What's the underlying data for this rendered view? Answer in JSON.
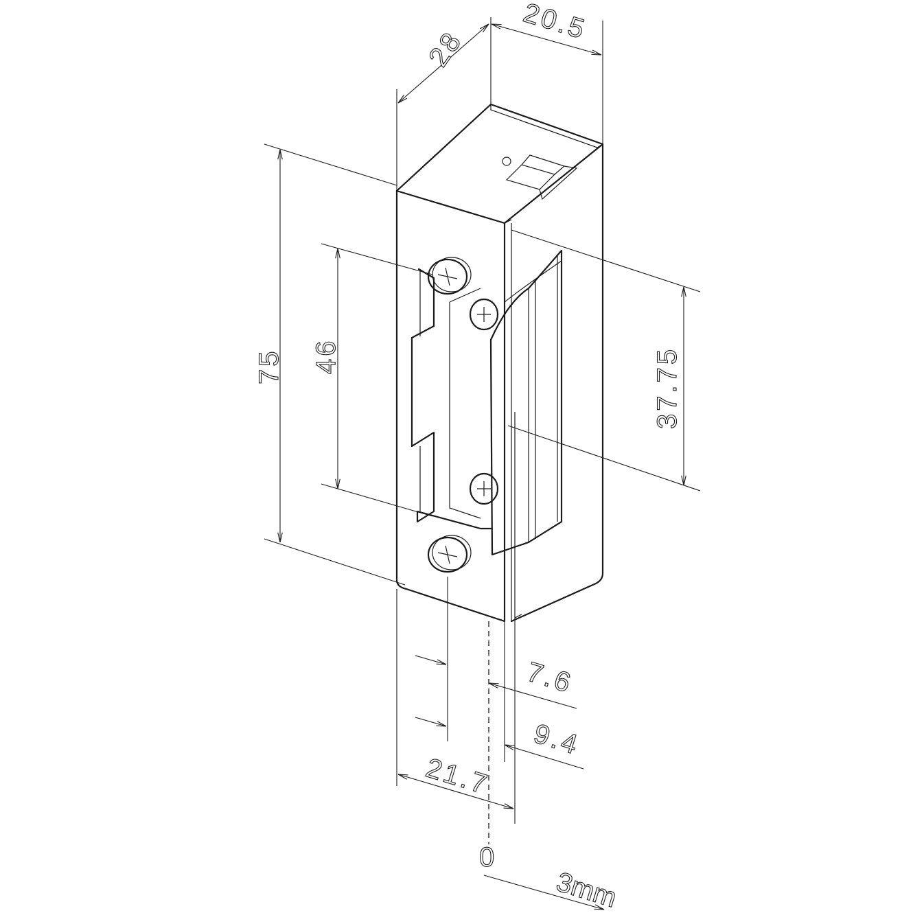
{
  "drawing": {
    "title": "Electric door strike dimensional drawing",
    "dimensions": {
      "depth": "28",
      "width": "20.5",
      "plate_height": "75",
      "screw_spacing": "46",
      "latch_center": "37.75",
      "offset_a": "7.6",
      "offset_b": "9.4",
      "plate_width": "21.7",
      "zero": "0",
      "adjust": "3mm"
    }
  }
}
